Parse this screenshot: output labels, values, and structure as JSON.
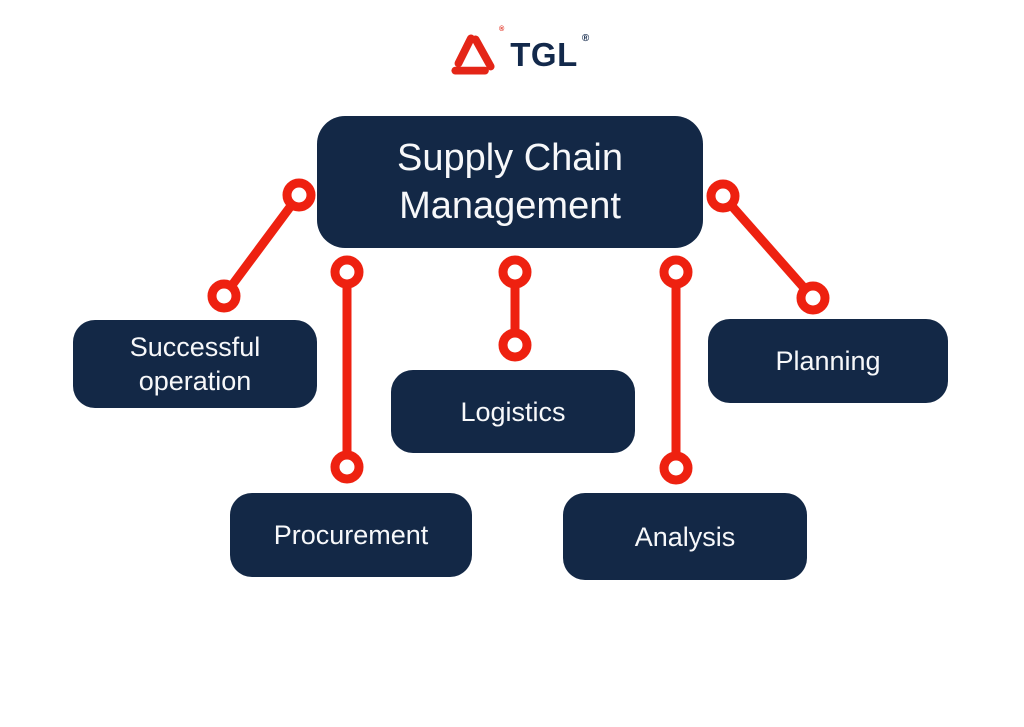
{
  "colors": {
    "background": "#ffffff",
    "node_fill": "#132846",
    "node_text": "#f7f8fa",
    "connector_red": "#ee2110",
    "brand_navy": "#13294b",
    "brand_red": "#e42517"
  },
  "logo": {
    "brand": "TGL",
    "registered": "®",
    "icon": "tgl-triangle-logo"
  },
  "diagram": {
    "root": {
      "id": "supply-chain-management",
      "label": "Supply Chain Management"
    },
    "children": [
      {
        "id": "successful-operation",
        "label": "Successful operation"
      },
      {
        "id": "procurement",
        "label": "Procurement"
      },
      {
        "id": "logistics",
        "label": "Logistics"
      },
      {
        "id": "analysis",
        "label": "Analysis"
      },
      {
        "id": "planning",
        "label": "Planning"
      }
    ],
    "edges": [
      {
        "from": "supply-chain-management",
        "to": "successful-operation"
      },
      {
        "from": "supply-chain-management",
        "to": "procurement"
      },
      {
        "from": "supply-chain-management",
        "to": "logistics"
      },
      {
        "from": "supply-chain-management",
        "to": "analysis"
      },
      {
        "from": "supply-chain-management",
        "to": "planning"
      }
    ]
  }
}
